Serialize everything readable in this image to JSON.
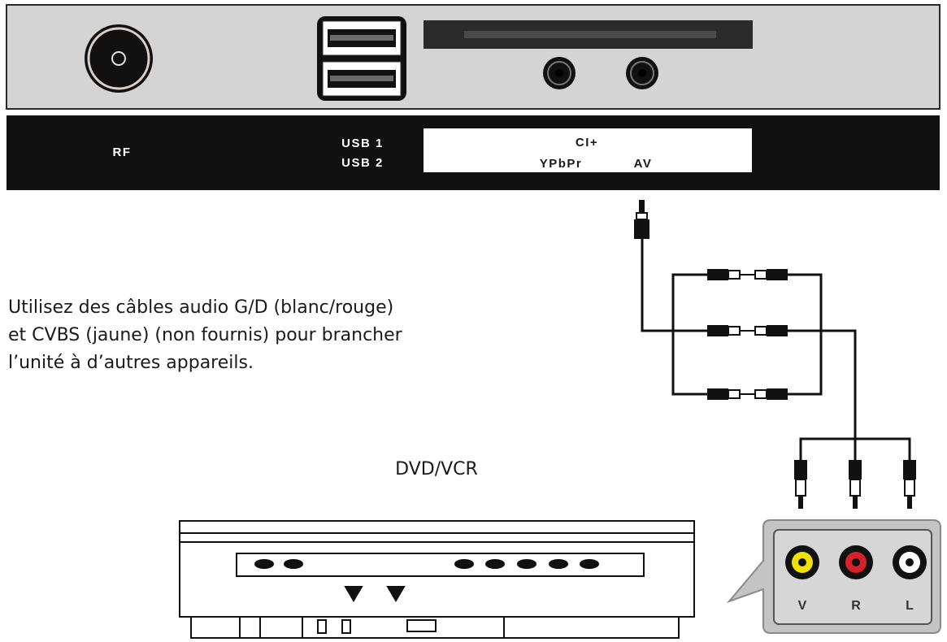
{
  "tv_panel": {
    "rf_label": "RF",
    "usb1_label": "USB 1",
    "usb2_label": "USB 2",
    "ci_label": "CI+",
    "ypbpr_label": "YPbPr",
    "av_label": "AV"
  },
  "instruction": {
    "line1": "Utilisez des câbles audio G/D (blanc/rouge)",
    "line2": "et CVBS (jaune) (non fournis) pour brancher",
    "line3": "l’unité à d’autres appareils."
  },
  "device": {
    "label": "DVD/VCR"
  },
  "av_jacks": {
    "v_label": "V",
    "r_label": "R",
    "l_label": "L"
  },
  "colors": {
    "video_jack": "#f2e000",
    "right_jack": "#d6212a",
    "left_jack": "#ffffff",
    "panel_top": "#d4d4d4",
    "label_strip": "#111111"
  }
}
